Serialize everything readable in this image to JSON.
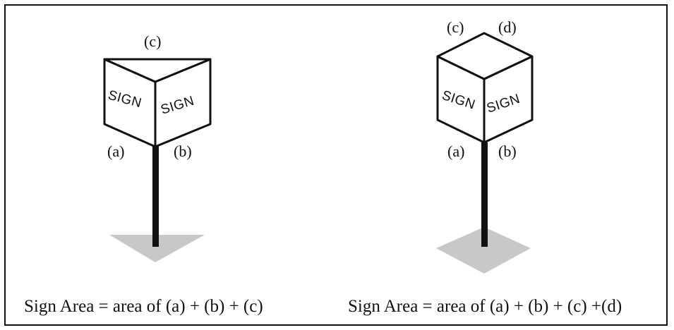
{
  "left_figure": {
    "top_label": "(c)",
    "left_label": "(a)",
    "right_label": "(b)",
    "left_face_text": "SIGN",
    "right_face_text": "SIGN",
    "caption": "Sign Area = area of (a) + (b) + (c)"
  },
  "right_figure": {
    "top_left_label": "(c)",
    "top_right_label": "(d)",
    "left_label": "(a)",
    "right_label": "(b)",
    "left_face_text": "SIGN",
    "right_face_text": "SIGN",
    "caption": "Sign Area = area of (a) + (b) + (c) +(d)"
  },
  "colors": {
    "stroke": "#111111",
    "shadow": "#c8c8c8",
    "background": "#ffffff"
  }
}
